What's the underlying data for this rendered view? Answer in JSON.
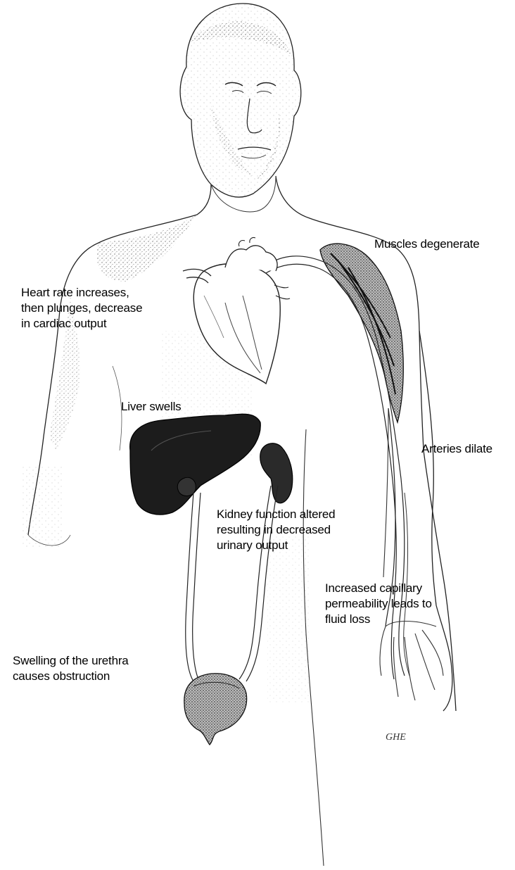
{
  "labels": {
    "muscles": [
      "Muscles degenerate"
    ],
    "heart": [
      "Heart rate increases,",
      "then plunges, decrease",
      "in cardiac output"
    ],
    "liver": [
      "Liver swells"
    ],
    "arteries": [
      "Arteries dilate"
    ],
    "kidney": [
      "Kidney function altered",
      "resulting in decreased",
      "urinary output"
    ],
    "capillary": [
      "Increased capillary",
      "permeability leads to",
      "fluid loss"
    ],
    "urethra": [
      "Swelling of the urethra",
      "causes obstruction"
    ]
  },
  "artist_signature": "GHE"
}
